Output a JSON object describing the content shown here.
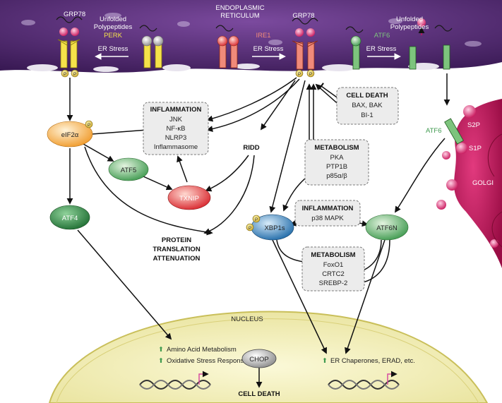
{
  "membrane": {
    "title_line1": "ENDOPLASMIC",
    "title_line2": "RETICULUM",
    "grp78_left": "GRP78",
    "grp78_center": "GRP78",
    "unfolded_left_1": "Unfolded",
    "unfolded_left_2": "Polypeptides",
    "unfolded_right_1": "Unfolded",
    "unfolded_right_2": "Polypeptides",
    "perk": "PERK",
    "ire1": "IRE1",
    "atf6": "ATF6",
    "er_stress_left": "ER Stress",
    "er_stress_center": "ER Stress",
    "er_stress_right": "ER Stress",
    "phospho": "P"
  },
  "nodes": {
    "eif2a": "eIF2α",
    "atf5": "ATF5",
    "atf4": "ATF4",
    "txnip": "TXNIP",
    "xbp1s": "XBP1s",
    "atf6n": "ATF6N",
    "chop": "CHOP",
    "ridd": "RIDD",
    "protein_translation_attenuation": [
      "PROTEIN",
      "TRANSLATION",
      "ATTENUATION"
    ],
    "cell_death_bottom": "CELL DEATH"
  },
  "boxes": {
    "inflammation_top": {
      "title": "INFLAMMATION",
      "items": [
        "JNK",
        "NF-κB",
        "NLRP3",
        "Inflammasome"
      ]
    },
    "cell_death": {
      "title": "CELL DEATH",
      "items": [
        "BAX, BAK",
        "BI-1"
      ]
    },
    "metabolism_top": {
      "title": "METABOLISM",
      "items": [
        "PKA",
        "PTP1B",
        "p85α/β"
      ]
    },
    "inflammation_mid": {
      "title": "INFLAMMATION",
      "items": [
        "p38 MAPK"
      ]
    },
    "metabolism_bottom": {
      "title": "METABOLISM",
      "items": [
        "FoxO1",
        "CRTC2",
        "SREBP-2"
      ]
    }
  },
  "golgi": {
    "label": "GOLGI",
    "s2p": "S2P",
    "s1p": "S1P",
    "atf6": "ATF6"
  },
  "nucleus": {
    "label": "NUCLEUS",
    "left_items": [
      "Amino Acid Metabolism",
      "Oxidative Stress Response, etc."
    ],
    "right_items": [
      "ER Chaperones, ERAD, etc."
    ]
  },
  "colors": {
    "er": "#4a2468",
    "perk": "#f5e24a",
    "ire1": "#f08a7a",
    "atf6": "#7dc47d",
    "golgi": "#c8145a",
    "nucleus": "#f3f0b8",
    "eif2a": "#f5b45a",
    "txnip": "#e8464a",
    "xbp1s": "#2d7fc0",
    "atf_green": "#3f9a4f"
  }
}
